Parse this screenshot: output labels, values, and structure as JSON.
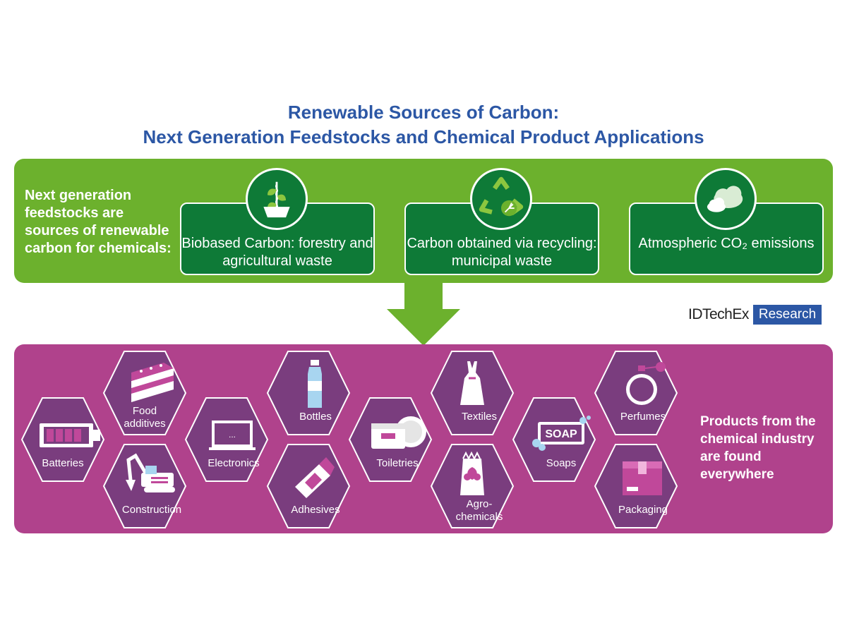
{
  "title": {
    "line1": "Renewable Sources of Carbon:",
    "line2": "Next Generation Feedstocks and Chemical Product Applications"
  },
  "feedstocks": {
    "intro": "Next generation feedstocks are sources of renewable carbon for chemicals:",
    "items": [
      {
        "label": "Biobased Carbon: forestry and agricultural waste",
        "icon": "plant-pot-icon"
      },
      {
        "label": "Carbon obtained via recycling: municipal waste",
        "icon": "recycle-icon"
      },
      {
        "label": "Atmospheric CO₂ emissions",
        "icon": "cloud-icon"
      }
    ]
  },
  "brand": {
    "name": "IDTechEx",
    "tag": "Research"
  },
  "products": {
    "summary": "Products from the chemical industry are found everywhere",
    "items": [
      {
        "label": "Batteries",
        "icon": "battery-icon"
      },
      {
        "label": "Food additives",
        "icon": "cake-icon"
      },
      {
        "label": "Construction",
        "icon": "excavator-icon"
      },
      {
        "label": "Electronics",
        "icon": "laptop-icon"
      },
      {
        "label": "Bottles",
        "icon": "bottle-icon"
      },
      {
        "label": "Adhesives",
        "icon": "glue-tube-icon"
      },
      {
        "label": "Toiletries",
        "icon": "cream-jar-icon"
      },
      {
        "label": "Textiles",
        "icon": "dress-icon"
      },
      {
        "label": "Agro-chemicals",
        "icon": "fertilizer-bag-icon"
      },
      {
        "label": "Soaps",
        "icon": "soap-icon"
      },
      {
        "label": "Perfumes",
        "icon": "perfume-icon"
      },
      {
        "label": "Packaging",
        "icon": "box-icon"
      }
    ],
    "soap_text": "SOAP"
  },
  "colors": {
    "title": "#2c57a5",
    "green_band": "#6cb12d",
    "dark_green": "#0e7a37",
    "magenta_band": "#b0428c",
    "hexagon": "#7a3d7e",
    "accent_pink": "#c0489a"
  }
}
